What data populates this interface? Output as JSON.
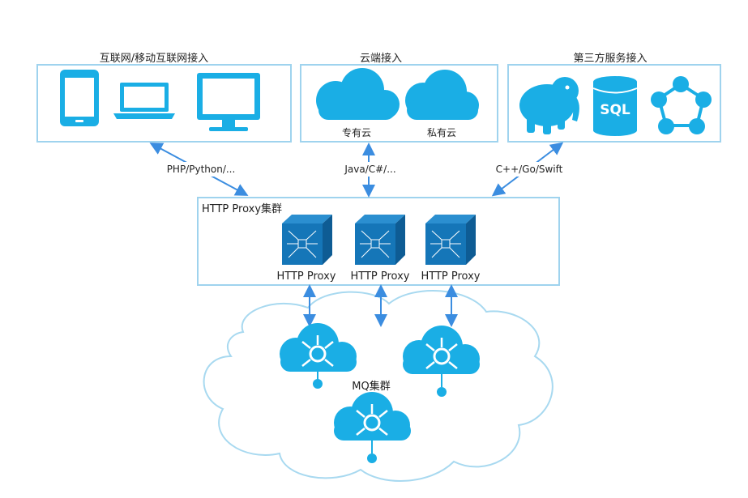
{
  "groups": {
    "internet": {
      "title": "互联网/移动互联网接入"
    },
    "cloud": {
      "title": "云端接入",
      "public_label": "专有云",
      "private_label": "私有云"
    },
    "thirdparty": {
      "title": "第三方服务接入",
      "sql_label": "SQL"
    }
  },
  "connections": {
    "left": "PHP/Python/...",
    "middle": "Java/C#/...",
    "right": "C++/Go/Swift"
  },
  "proxy_cluster": {
    "title": "HTTP Proxy集群",
    "nodes": [
      "HTTP Proxy",
      "HTTP Proxy",
      "HTTP Proxy"
    ]
  },
  "mq_cluster": {
    "title": "MQ集群"
  },
  "colors": {
    "accent": "#1aaee5",
    "box_border": "#9fd3ee",
    "arrow": "#3b8de0",
    "proxy": "#1576b8"
  }
}
